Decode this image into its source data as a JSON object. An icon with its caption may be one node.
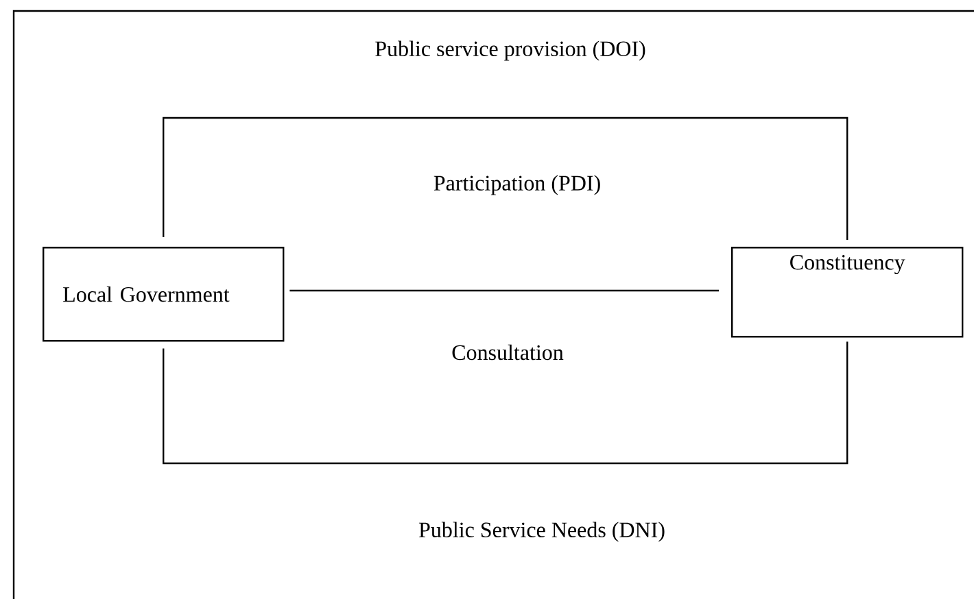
{
  "diagram": {
    "nodes": [
      {
        "text": [
          "Local Government"
        ]
      },
      {
        "text": [
          "Constituency"
        ]
      }
    ],
    "edges": [
      {
        "from": 0,
        "to": 1,
        "arrow": "none"
      },
      {
        "from": 0,
        "to": 1,
        "arrow": "none"
      },
      {
        "from": 0,
        "to": 1,
        "arrow": "none"
      }
    ],
    "labels": [
      "Public service provision (DOI)",
      "Participation (PDI)",
      "Consultation",
      "Public Service Needs (DNI)"
    ]
  }
}
